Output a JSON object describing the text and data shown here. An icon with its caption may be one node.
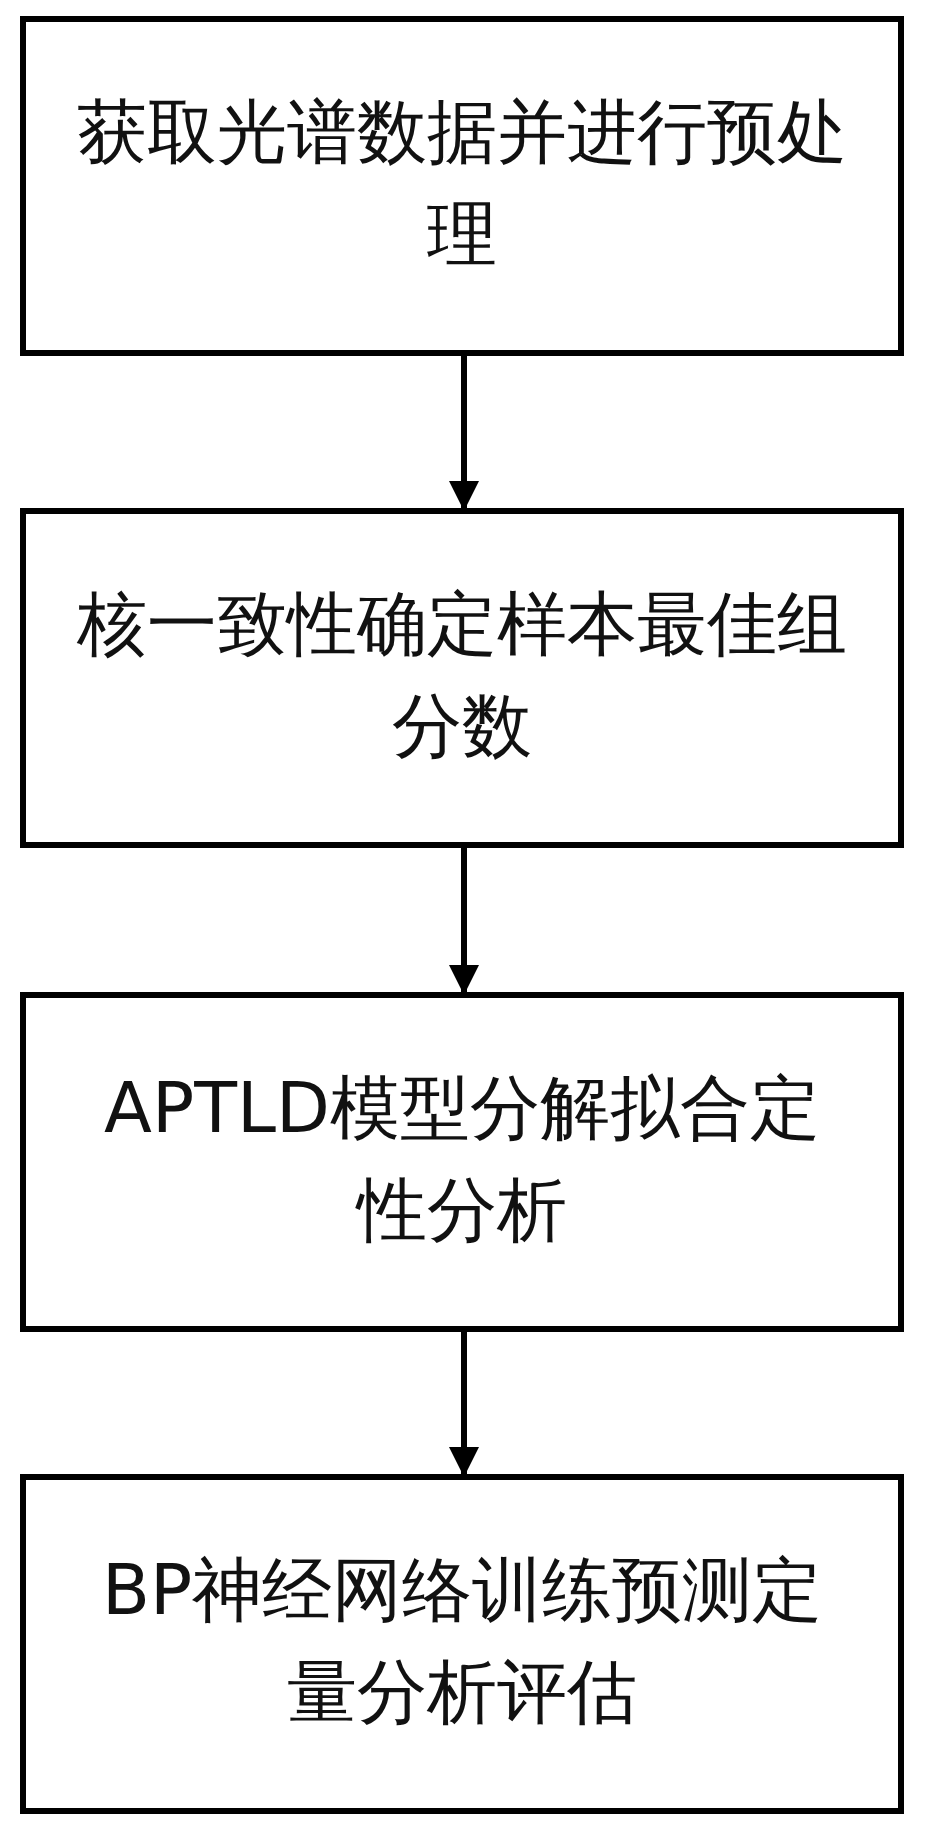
{
  "diagram": {
    "nodes": [
      {
        "text": [
          "获取光谱数据并进行预处理"
        ]
      },
      {
        "text": [
          "核一致性确定样本最佳组分数"
        ]
      },
      {
        "text": [
          "APTLD模型分解拟合定性分析"
        ]
      },
      {
        "text": [
          "BP神经网络训练预测定量分析评估"
        ]
      }
    ],
    "edges": [
      {
        "from": 0,
        "to": 1,
        "arrow": "to"
      },
      {
        "from": 1,
        "to": 2,
        "arrow": "to"
      },
      {
        "from": 2,
        "to": 3,
        "arrow": "to"
      }
    ]
  }
}
